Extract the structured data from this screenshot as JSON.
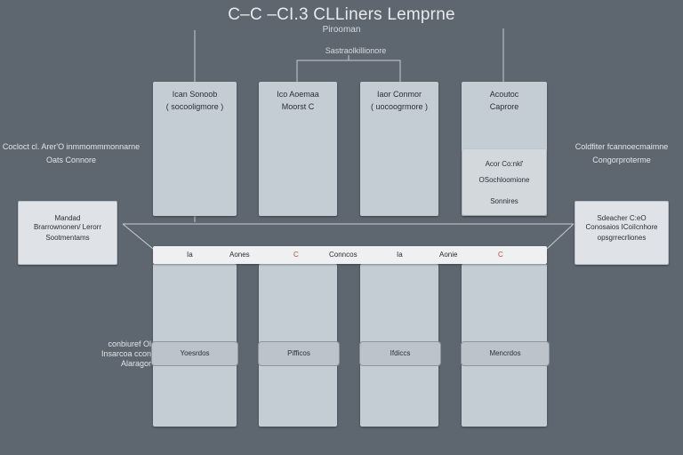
{
  "title": "C–C –CI.3 CLLiners Lemprne",
  "subtitle": "Pirooman",
  "bracket_label": "Sastraolkillionore",
  "columns": [
    {
      "line1": "Ican Sonoob",
      "line2": "( socooligmore )"
    },
    {
      "line1": "Ico Aoemaa",
      "line2": "Moorst C"
    },
    {
      "line1": "Iaor Conmor",
      "line2": "( uocoogrmore )"
    },
    {
      "line1": "Acoutoc",
      "line2": "Caprore"
    }
  ],
  "inner_card": {
    "line1": "Acor Co:nkl'",
    "line2": "OSochloomione",
    "line3": "Sonnires"
  },
  "left_note": {
    "line1": "Cocloct cl. Arer'O inmmommmonnarne",
    "line2": "Oats Connore"
  },
  "right_note": {
    "line1": "Coldfiter fcannoecmaimne",
    "line2": "Congorproterme"
  },
  "left_card": {
    "line1": "Mandad",
    "line2": "Brarrownonen/ Lerorr",
    "line3": "Sootmentams"
  },
  "right_card": {
    "line1": "Sdeacher C:eO",
    "line2": "Conosaios ICoiIcnhore",
    "line3": "opsgrrecrliones"
  },
  "band": {
    "items": [
      {
        "text": "Ia",
        "color": "dark"
      },
      {
        "text": "Aones",
        "color": "dark"
      },
      {
        "text": "C",
        "color": "red"
      },
      {
        "text": "Conncos",
        "color": "dark"
      },
      {
        "text": "Ia",
        "color": "dark"
      },
      {
        "text": "Aonie",
        "color": "dark"
      },
      {
        "text": "C",
        "color": "red"
      }
    ]
  },
  "bottom_note": {
    "line1": "conbiuref Ol",
    "line2": "Insarcoa ccon",
    "line3": "Alaragor"
  },
  "pills": [
    "Yoesrdos",
    "Pifficos",
    "Ifdiccs",
    "Mencrdos"
  ]
}
